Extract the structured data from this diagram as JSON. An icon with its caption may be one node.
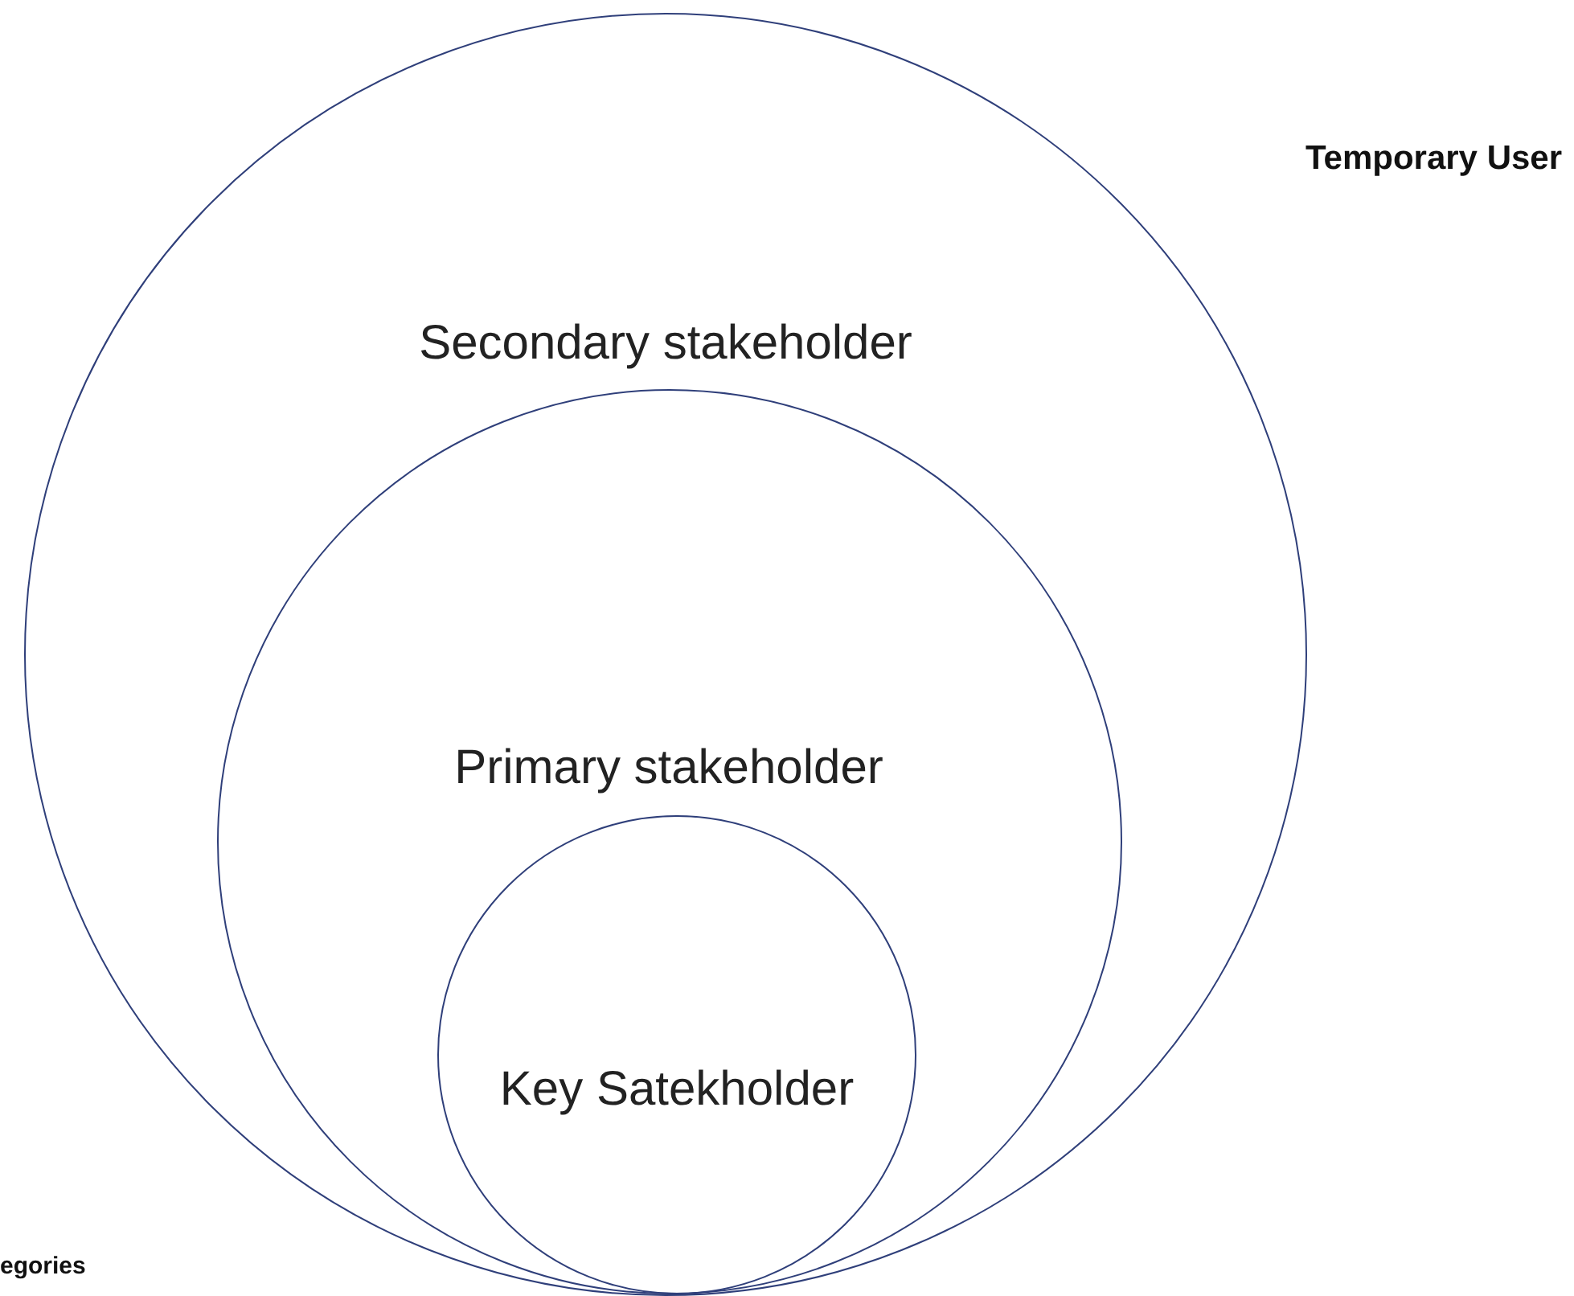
{
  "diagram": {
    "nodes": [
      {
        "text": [
          "Secondary stakeholder"
        ]
      },
      {
        "text": [
          "Primary stakeholder"
        ],
        "in": 0
      },
      {
        "text": [
          "Key Satekholder"
        ],
        "in": 1
      }
    ],
    "labels": [
      "Temporary User",
      "egories"
    ]
  }
}
